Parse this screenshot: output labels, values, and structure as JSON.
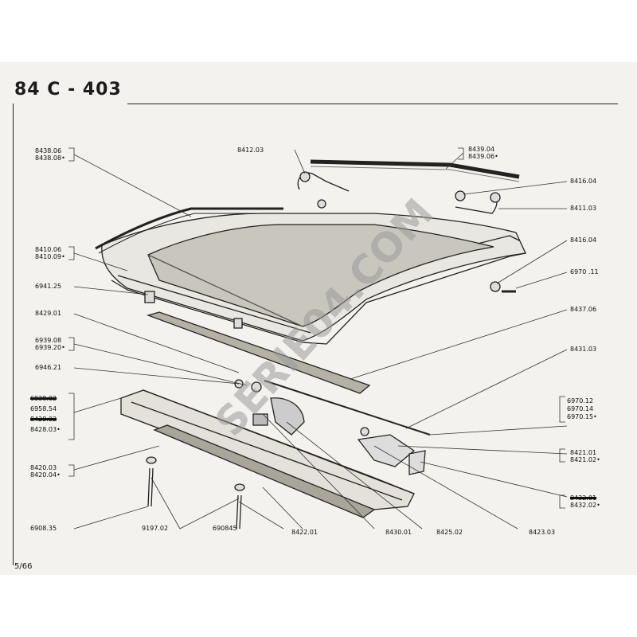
{
  "header": {
    "title": "84 C - 403"
  },
  "footer": {
    "page": "5/66"
  },
  "watermark": {
    "text": "SERIE04.COM"
  },
  "labels": {
    "l_8438": [
      "8438.06",
      "8438.08•"
    ],
    "l_8412": [
      "8412.03"
    ],
    "l_8439": [
      "8439.04",
      "8439.06•"
    ],
    "l_8416a": [
      "8416.04"
    ],
    "l_8411": [
      "8411.03"
    ],
    "l_8410": [
      "8410.06",
      "8410.09•"
    ],
    "l_8416b": [
      "8416.04"
    ],
    "l_6941": [
      "6941.25"
    ],
    "l_6970_11": [
      "6970 .11"
    ],
    "l_8429": [
      "8429.01"
    ],
    "l_8437": [
      "8437.06"
    ],
    "l_6939": [
      "6939.08",
      "6939.20•"
    ],
    "l_6946": [
      "6946.21"
    ],
    "l_8431": [
      "8431.03"
    ],
    "l_group": [
      "6938.02",
      "6958.54",
      "8428.02",
      "8428.03•"
    ],
    "l_6970_12": [
      "6970.12",
      "6970.14",
      "6970.15•"
    ],
    "l_8420": [
      "8420.03",
      "8420.04•"
    ],
    "l_8421": [
      "8421.01",
      "8421.02•"
    ],
    "l_8432": [
      "8432.01",
      "8432.02•"
    ],
    "l_6908_35": [
      "6908.35"
    ],
    "l_9197": [
      "9197.02"
    ],
    "l_6908_45": [
      "690845"
    ],
    "l_8422": [
      "8422.01"
    ],
    "l_8430": [
      "8430.01"
    ],
    "l_8425": [
      "8425.02"
    ],
    "l_8423": [
      "8423.03"
    ]
  }
}
